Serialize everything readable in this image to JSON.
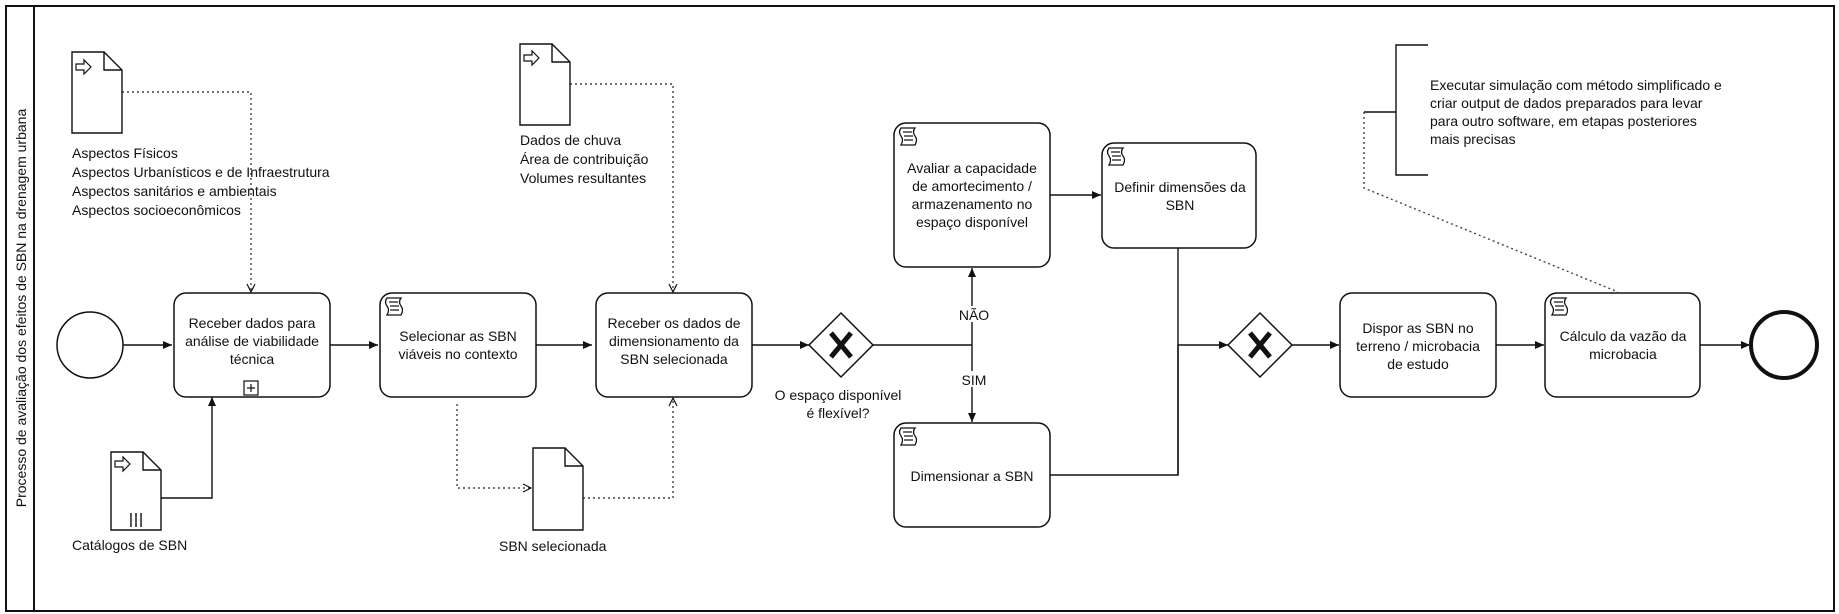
{
  "pool": {
    "label": "Processo de avaliação dos efeitos de SBN na drenagem urbana"
  },
  "data_objects": {
    "aspects": {
      "lines": [
        "Aspectos Físicos",
        "Aspectos Urbanísticos e de Infraestrutura",
        "Aspectos sanitários e ambientais",
        "Aspectos socioeconômicos"
      ]
    },
    "catalogs": {
      "label": "Catálogos de SBN"
    },
    "rain": {
      "lines": [
        "Dados de chuva",
        "Área de contribuição",
        "Volumes resultantes"
      ]
    },
    "selected": {
      "label": "SBN selecionada"
    }
  },
  "tasks": {
    "receive_data": {
      "lines": [
        "Receber dados para",
        "análise de viabilidade",
        "técnica"
      ]
    },
    "select_sbn": {
      "lines": [
        "Selecionar as SBN",
        "viáveis no contexto"
      ]
    },
    "receive_dim": {
      "lines": [
        "Receber os dados de",
        "dimensionamento da",
        "SBN selecionada"
      ]
    },
    "evaluate": {
      "lines": [
        "Avaliar a capacidade",
        "de amortecimento /",
        "armazenamento no",
        "espaço disponível"
      ]
    },
    "define_dims": {
      "lines": [
        "Definir dimensões da",
        "SBN"
      ]
    },
    "dimension": {
      "lines": [
        "Dimensionar a SBN"
      ]
    },
    "arrange": {
      "lines": [
        "Dispor as SBN no",
        "terreno / microbacia",
        "de estudo"
      ]
    },
    "flow_calc": {
      "lines": [
        "Cálculo da vazão da",
        "microbacia"
      ]
    }
  },
  "gateway": {
    "question": [
      "O espaço disponível",
      "é flexível?"
    ],
    "no_label": "NÃO",
    "yes_label": "SIM"
  },
  "annotation": {
    "lines": [
      "Executar simulação com método simplificado e",
      "criar output de dados preparados para levar",
      "para outro software, em etapas posteriores",
      "mais precisas"
    ]
  },
  "icons": {
    "input_data": "input-arrow-document-icon",
    "collection": "collection-bars-icon",
    "script": "script-task-icon",
    "subprocess": "subprocess-plus-icon",
    "exclusive_gateway": "x-gateway-icon"
  }
}
